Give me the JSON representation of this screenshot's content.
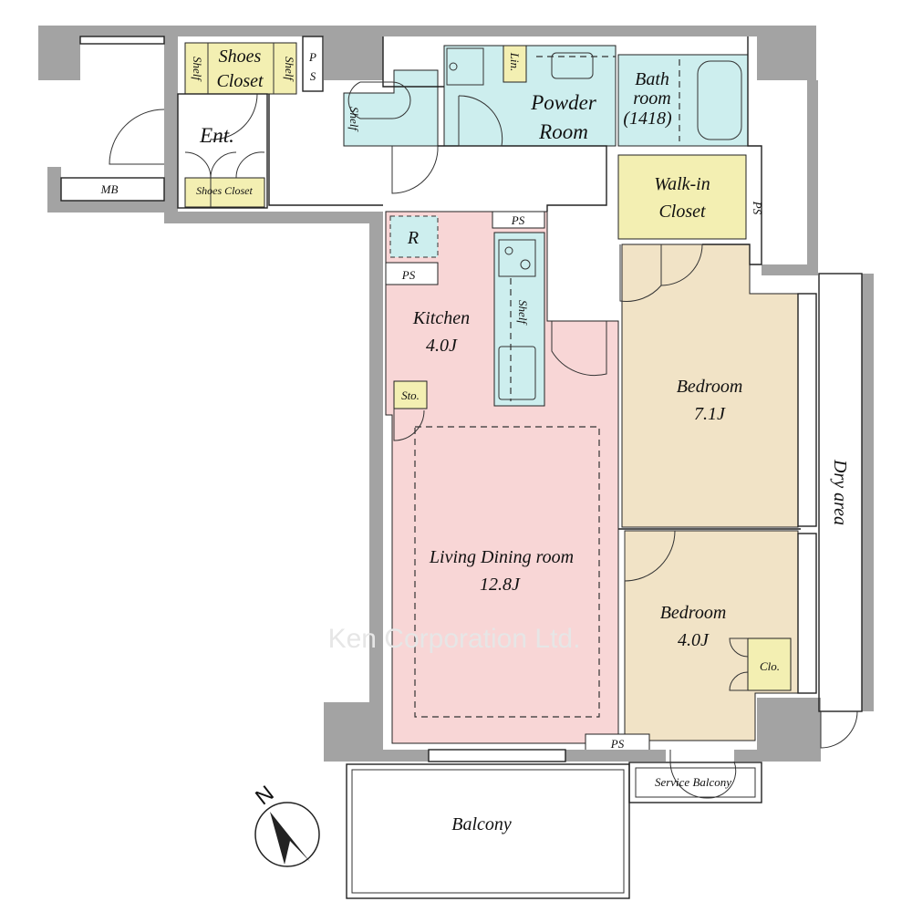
{
  "colors": {
    "wall": "#a3a3a3",
    "wet": "#cdeeee",
    "storage": "#f3efb2",
    "living": "#f8d6d6",
    "bedroom": "#f1e3c6"
  },
  "labels": {
    "shoes_closet_top_1": "Shoes",
    "shoes_closet_top_2": "Closet",
    "shelf": "Shelf",
    "ps": "PS",
    "ps_p": "P",
    "ps_s": "S",
    "entrance": "Ent.",
    "mb": "MB",
    "shoes_closet_bottom": "Shoes Closet",
    "linen": "Lin.",
    "powder_1": "Powder",
    "powder_2": "Room",
    "bath_1": "Bath",
    "bath_2": "room",
    "bath_3": "(1418)",
    "walkin_1": "Walk-in",
    "walkin_2": "Closet",
    "refrigerator": "R",
    "kitchen_1": "Kitchen",
    "kitchen_2": "4.0J",
    "storage": "Sto.",
    "bedroom1_1": "Bedroom",
    "bedroom1_2": "7.1J",
    "dry_area": "Dry area",
    "ldr_1": "Living Dining room",
    "ldr_2": "12.8J",
    "bedroom2_1": "Bedroom",
    "bedroom2_2": "4.0J",
    "closet": "Clo.",
    "service_balcony": "Service Balcony",
    "balcony": "Balcony",
    "north": "N",
    "watermark": "Ken Corporation Ltd."
  }
}
